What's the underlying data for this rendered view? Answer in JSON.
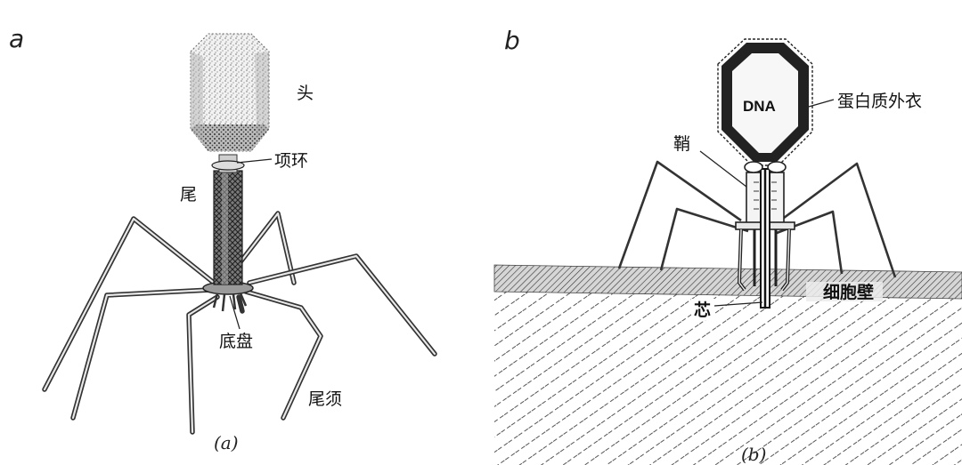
{
  "panels": {
    "a": {
      "letter": "a",
      "caption": "(a)",
      "labels": {
        "head": "头",
        "collar": "项环",
        "tail": "尾",
        "baseplate": "底盘",
        "tail_fibers": "尾须"
      }
    },
    "b": {
      "letter": "b",
      "caption": "(b)",
      "labels": {
        "dna": "DNA",
        "protein_coat": "蛋白质外衣",
        "sheath": "鞘",
        "cell_wall": "细胞壁",
        "core": "芯"
      }
    }
  }
}
